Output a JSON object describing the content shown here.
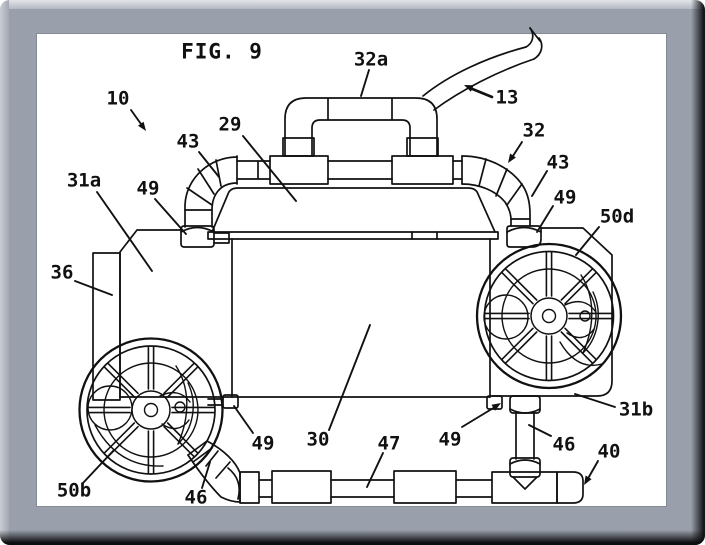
{
  "figure": {
    "title": "FIG. 9"
  },
  "reference_labels": [
    {
      "name": "ref-10",
      "text": "10"
    },
    {
      "name": "ref-29",
      "text": "29"
    },
    {
      "name": "ref-43-left",
      "text": "43"
    },
    {
      "name": "ref-49-top-left",
      "text": "49"
    },
    {
      "name": "ref-31a",
      "text": "31a"
    },
    {
      "name": "ref-36",
      "text": "36"
    },
    {
      "name": "ref-32a",
      "text": "32a"
    },
    {
      "name": "ref-13",
      "text": "13"
    },
    {
      "name": "ref-32",
      "text": "32"
    },
    {
      "name": "ref-43-right",
      "text": "43"
    },
    {
      "name": "ref-49-top-right",
      "text": "49"
    },
    {
      "name": "ref-50d",
      "text": "50d"
    },
    {
      "name": "ref-30",
      "text": "30"
    },
    {
      "name": "ref-49-bottom-left",
      "text": "49"
    },
    {
      "name": "ref-50b",
      "text": "50b"
    },
    {
      "name": "ref-46-bottom-left",
      "text": "46"
    },
    {
      "name": "ref-47",
      "text": "47"
    },
    {
      "name": "ref-49-bottom-right",
      "text": "49"
    },
    {
      "name": "ref-46-right",
      "text": "46"
    },
    {
      "name": "ref-31b",
      "text": "31b"
    },
    {
      "name": "ref-40",
      "text": "40"
    }
  ],
  "colors": {
    "paper": "#ffffff",
    "ink": "#111111",
    "frame": "#9aa0ab",
    "frame_highlight": "#e2e4e8",
    "frame_shadow": "#0c0d10"
  }
}
